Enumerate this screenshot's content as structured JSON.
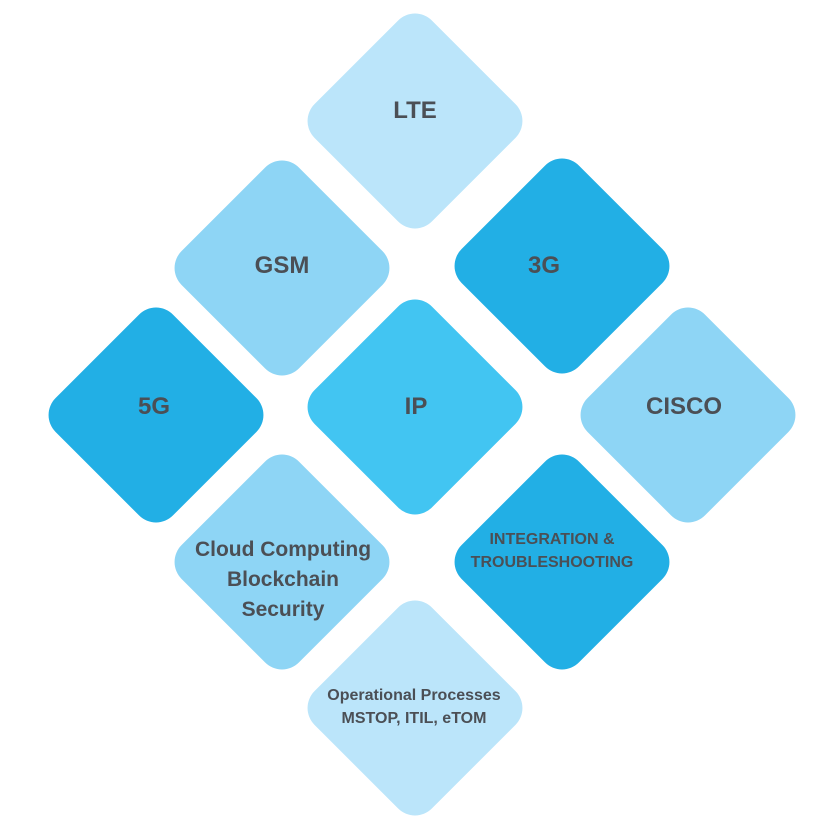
{
  "tiles": {
    "lte": {
      "label": "LTE",
      "color": "#bbe5fa"
    },
    "gsm": {
      "label": "GSM",
      "color": "#8ed5f5"
    },
    "g3": {
      "label": "3G",
      "color": "#22afe5"
    },
    "g5": {
      "label": "5G",
      "color": "#22afe5"
    },
    "ip": {
      "label": "IP",
      "color": "#42c5f2"
    },
    "cisco": {
      "label": "CISCO",
      "color": "#8ed5f5"
    },
    "cloud": {
      "lines": [
        "Cloud Computing",
        "Blockchain",
        "Security"
      ],
      "color": "#8ed5f5"
    },
    "integration": {
      "lines": [
        "INTEGRATION &",
        "TROUBLESHOOTING"
      ],
      "color": "#22afe5"
    },
    "operational": {
      "lines": [
        "Operational Processes",
        "MSTOP, ITIL, eTOM"
      ],
      "color": "#bbe5fa"
    }
  }
}
